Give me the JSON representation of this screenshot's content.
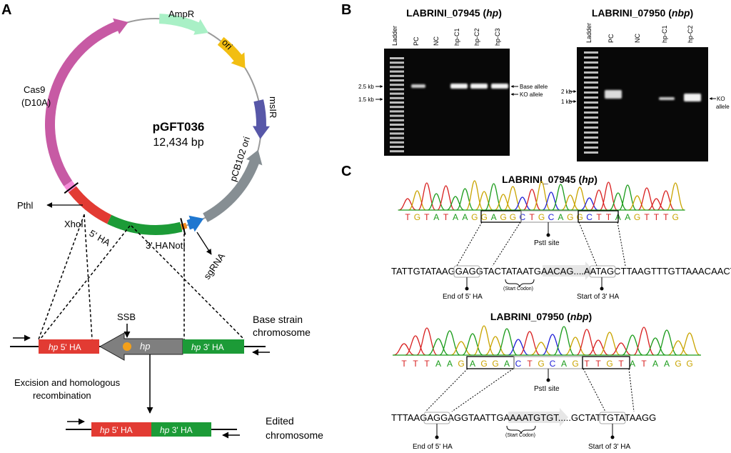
{
  "panels": {
    "a": "A",
    "b": "B",
    "c": "C"
  },
  "plasmid": {
    "name": "pGFT036",
    "size": "12,434 bp",
    "features": {
      "ampr": "AmpR",
      "ori": "ori",
      "cas9_line1": "Cas9",
      "cas9_line2": "(D10A)",
      "msir": "msIR",
      "pcb102": "pCB102 ori",
      "pthl": "Pthl",
      "xhoi": "XhoI",
      "ha5": "5' HA",
      "ha3": "3' HA",
      "noti": "NotI",
      "sgrna": "sgRNA"
    }
  },
  "recombination": {
    "ssb": "SSB",
    "gene": "hp",
    "base_line1": "Base strain",
    "base_line2": "chromosome",
    "hp5_gene": "hp",
    "hp5_suffix": " 5' HA",
    "hp3_gene": "hp",
    "hp3_suffix": " 3' HA",
    "excision_line1": "Excision and homologous",
    "excision_line2": "recombination",
    "edited_line1": "Edited",
    "edited_line2": "chromosome"
  },
  "gels": {
    "left": {
      "title_prefix": "LABRINI_07945 (",
      "title_gene": "hp",
      "title_suffix": ")",
      "lanes": [
        "Ladder",
        "PC",
        "NC",
        "hp-C1",
        "hp-C2",
        "hp-C3"
      ],
      "markers": [
        "2.5 kb",
        "1.5 kb"
      ],
      "right_labels": [
        "Base allele",
        "KO allele"
      ]
    },
    "right": {
      "title_prefix": "LABRINI_07950 (",
      "title_gene": "nbp",
      "title_suffix": ")",
      "lanes": [
        "Ladder",
        "PC",
        "NC",
        "hp-C1",
        "hp-C2"
      ],
      "markers": [
        "2 kb",
        "1 kb"
      ],
      "right_labels": [
        "KO",
        "allele"
      ]
    }
  },
  "sequencing": {
    "top": {
      "title_prefix": "LABRINI_07945 (",
      "title_gene": "hp",
      "title_suffix": ")",
      "bases": "TGTATAAGGAGGCTGCAGGCTTAAGTTTG",
      "pstl": "PstI site",
      "seq_a": "TATTGTATAAG",
      "seq_box1": "GAGG",
      "seq_b": "TACTATA",
      "seq_start": "ATG",
      "seq_c": "AACAG....AATA",
      "seq_box2": "GCTT",
      "seq_d": "AAGTTTGTTAAACAACTT",
      "start_codon": "(Start Codon)",
      "end5": "End of 5' HA",
      "start3": "Start of 3' HA"
    },
    "bottom": {
      "title_prefix": "LABRINI_07950 (",
      "title_gene": "nbp",
      "title_suffix": ")",
      "bases": "TTTAAGAGGACTGCAGTTGTATAAGG",
      "pstl": "PstI site",
      "seq_a": "TTTAAG",
      "seq_box1": "AGGA",
      "seq_b": "GGTAATTGAAA",
      "seq_start": "ATG",
      "seq_c": "TGT.....GCTA",
      "seq_box2": "TTGT",
      "seq_d": "ATAAGG",
      "start_codon": "(Start Codon)",
      "end5": "End of 5' HA",
      "start3": "Start of 3' HA"
    }
  },
  "colors": {
    "cas9": "#c75aa4",
    "ampr": "#a9f0c6",
    "ori": "#f2be12",
    "msir": "#5757a8",
    "pcb102": "#868e93",
    "ha5": "#e23b33",
    "ha3": "#1c9b37",
    "hp_gene": "#7f7f7f",
    "sgrna": "#1f77d0",
    "pthl": "#f58ad8"
  }
}
